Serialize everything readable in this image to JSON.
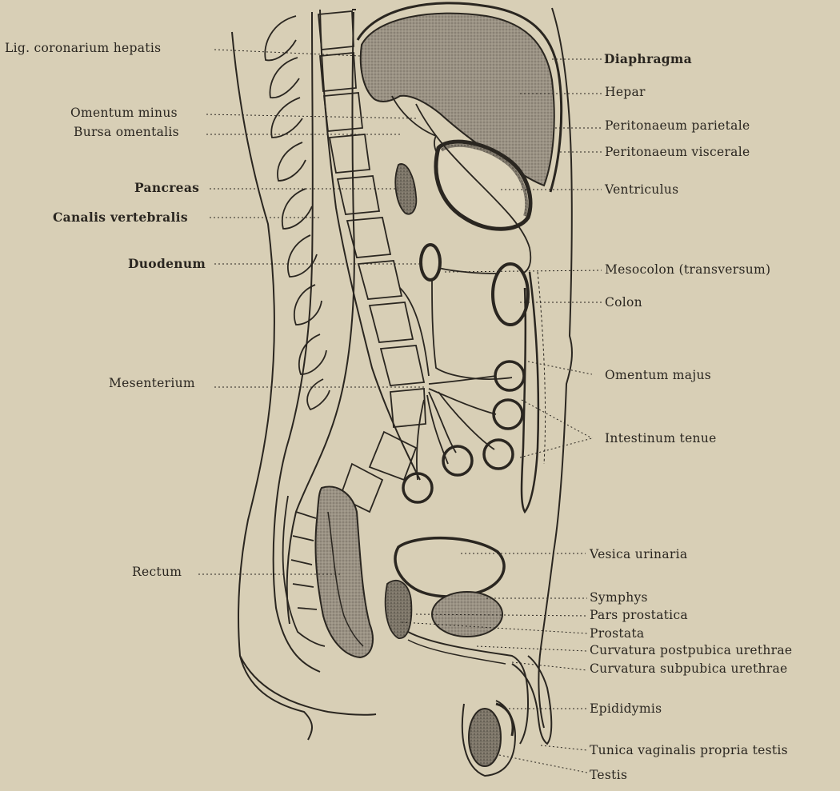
{
  "figure": {
    "labels_left": [
      "Lig. coronarium hepatis",
      "Omentum minus",
      "Bursa omentalis",
      "Pancreas",
      "Canalis vertebralis",
      "Duodenum",
      "Mesenterium",
      "Rectum"
    ],
    "labels_right": [
      "Diaphragma",
      "Hepar",
      "Peritonaeum parietale",
      "Peritonaeum viscerale",
      "Ventriculus",
      "Mesocolon (transversum)",
      "Colon",
      "Omentum majus",
      "Intestinum tenue",
      "Vesica urinaria",
      "Symphys",
      "Pars prostatica",
      "Prostata",
      "Curvatura postpubica urethrae",
      "Curvatura subpubica urethrae",
      "Epididymis",
      "Tunica vaginalis propria testis",
      "Testis"
    ]
  }
}
